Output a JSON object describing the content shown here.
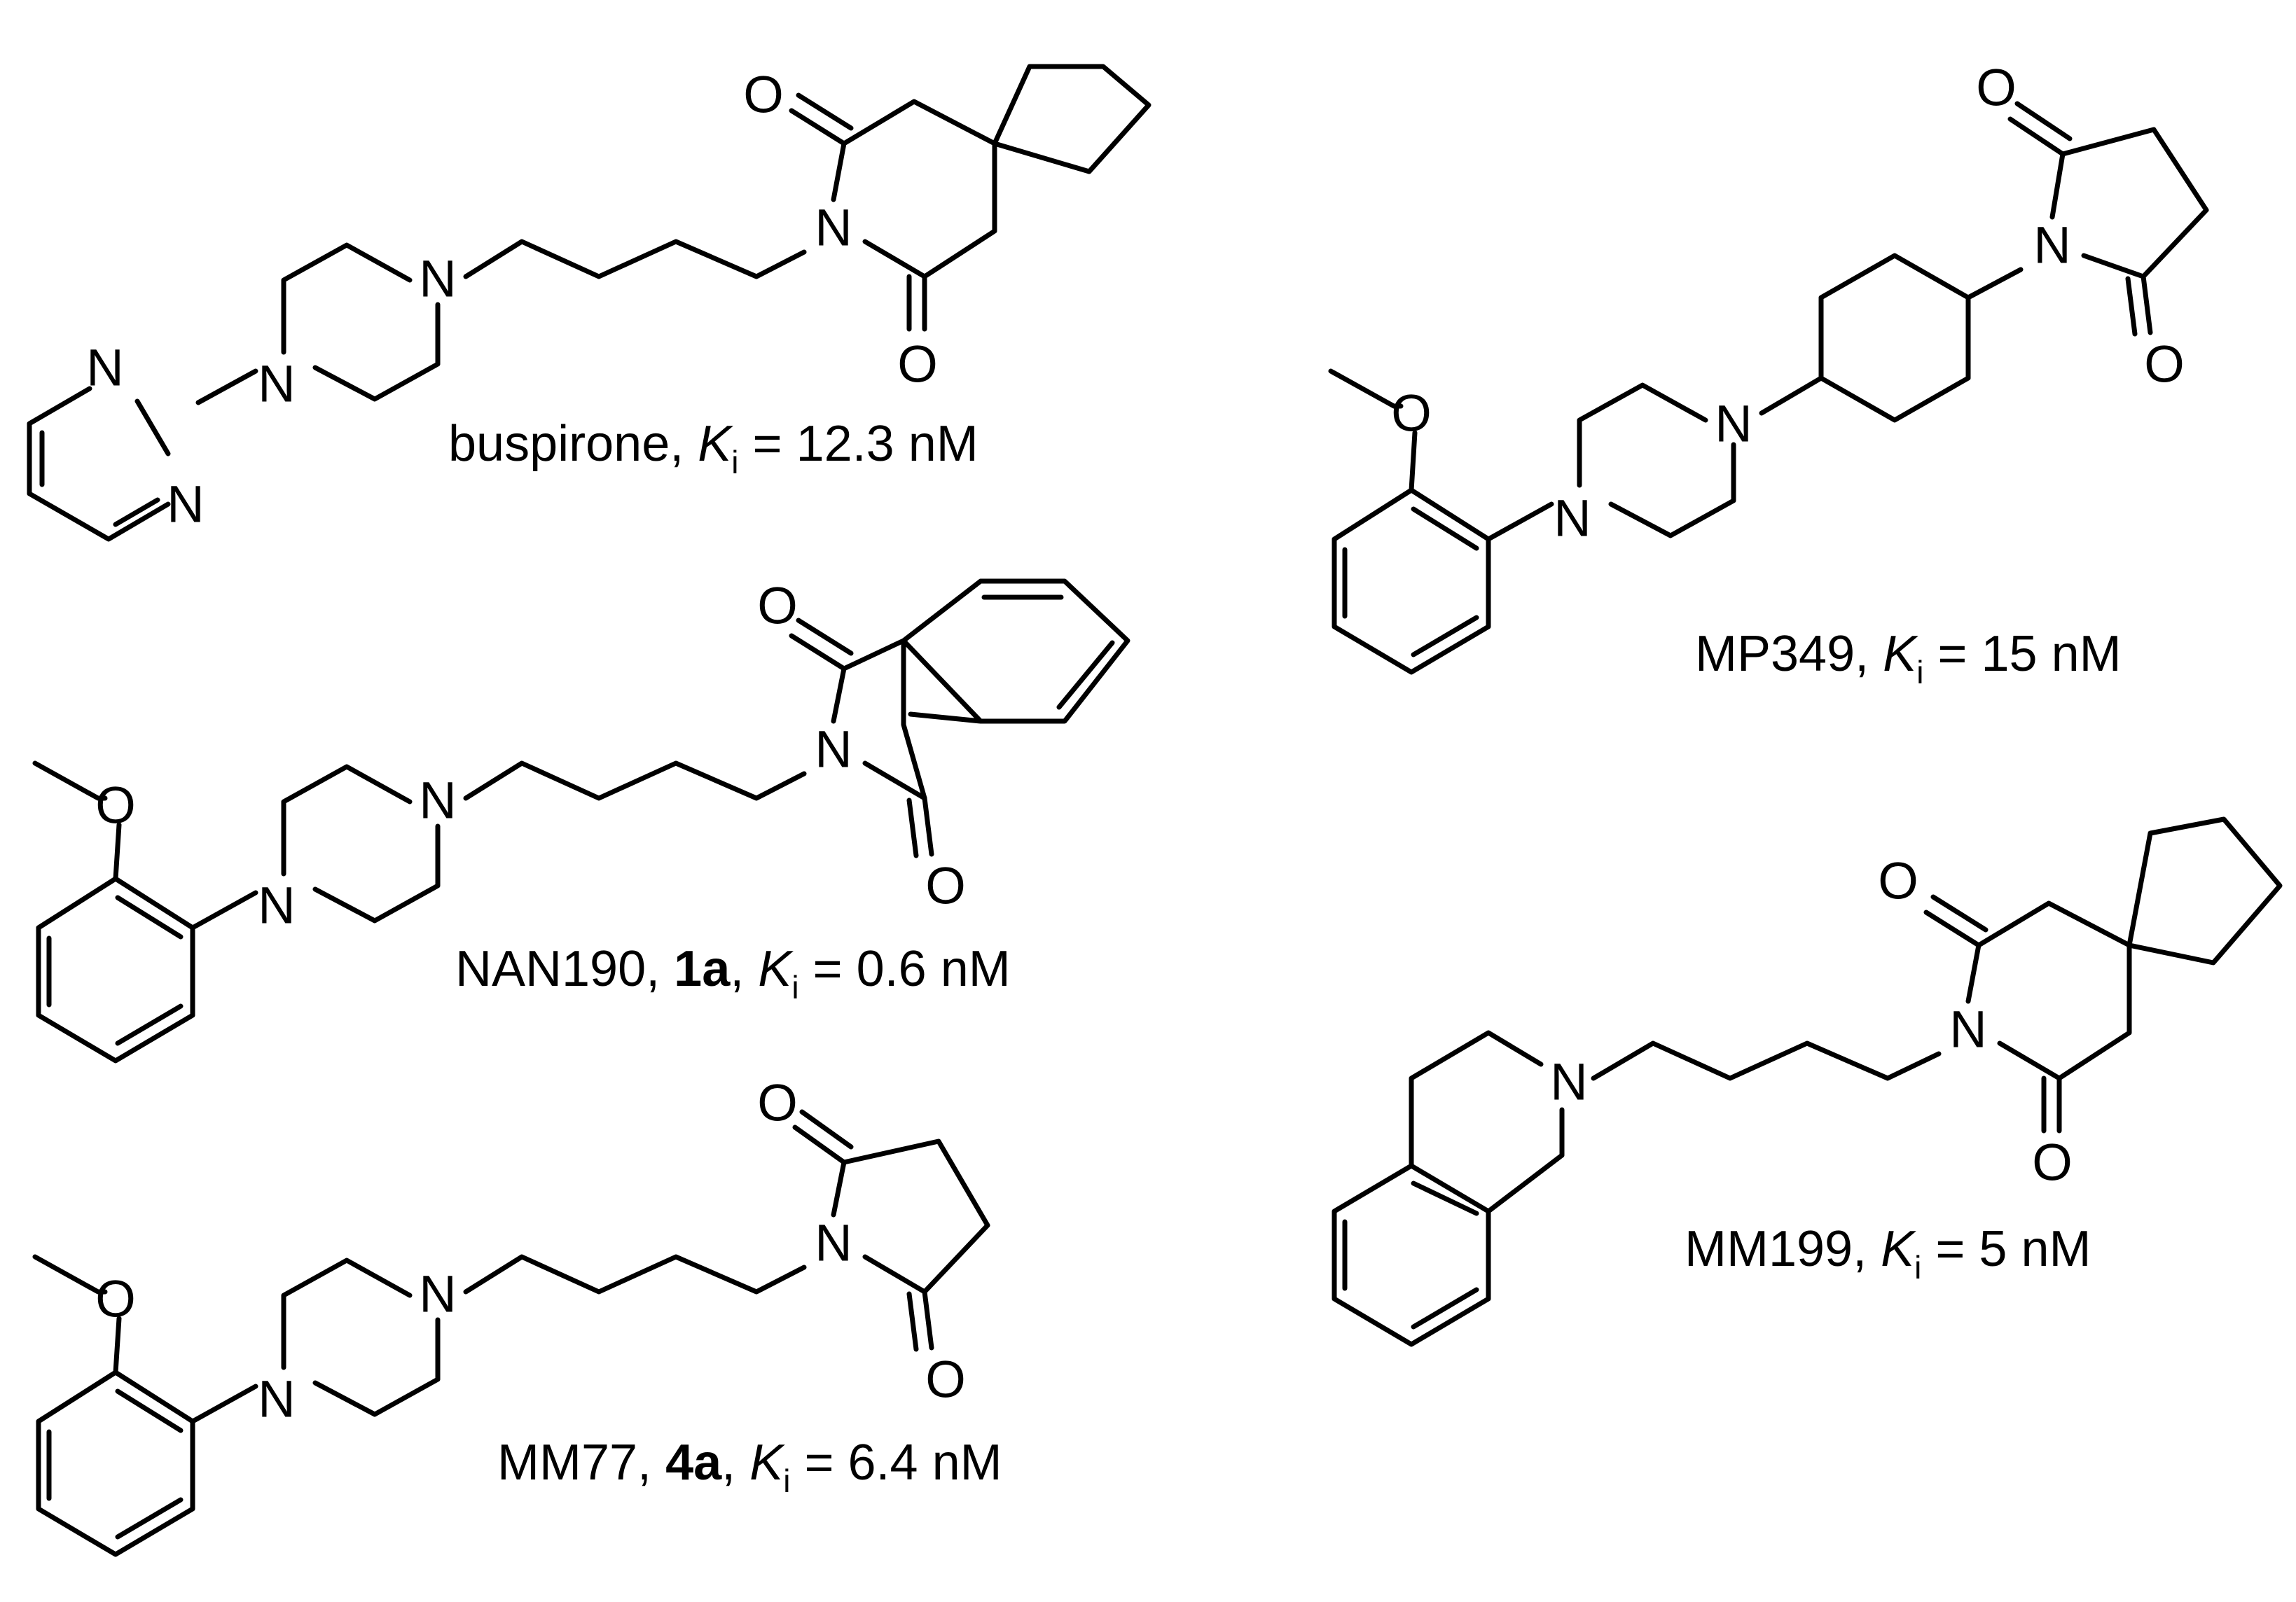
{
  "atom_labels": {
    "nitrogen": "N",
    "oxygen": "O"
  },
  "compounds": [
    {
      "name": "buspirone",
      "sep": ", ",
      "k": "K",
      "ksub": "i",
      "value": " = 12.3 nM"
    },
    {
      "name": "NAN190",
      "sep": ", ",
      "code": "1a",
      "k": "K",
      "ksub": "i",
      "value": " = 0.6 nM"
    },
    {
      "name": "MM77",
      "sep": ", ",
      "code": "4a",
      "k": "K",
      "ksub": "i",
      "value": " = 6.4 nM"
    },
    {
      "name": "MP349",
      "sep": ", ",
      "k": "K",
      "ksub": "i",
      "value": " = 15 nM"
    },
    {
      "name": "MM199",
      "sep": ", ",
      "k": "K",
      "ksub": "i",
      "value": " = 5 nM"
    }
  ]
}
